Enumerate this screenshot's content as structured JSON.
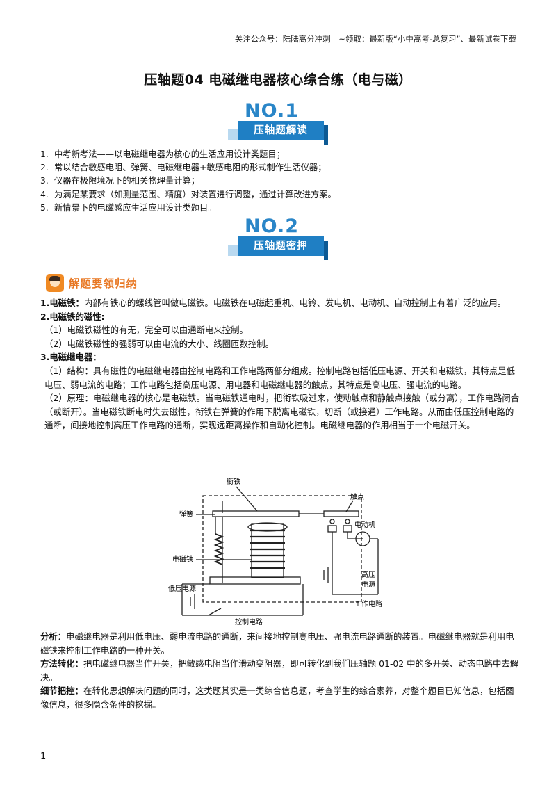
{
  "header_note": "关注公众号：陆陆高分冲刺　~领取：最新版“小中高考-总复习”、最新试卷下载",
  "title": "压轴题04  电磁继电器核心综合练（电与磁）",
  "banner1": {
    "no": "NO.1",
    "label": "压轴题解读"
  },
  "banner2": {
    "no": "NO.2",
    "label": "压轴题密押"
  },
  "intro_list": [
    {
      "num": "1.",
      "text": "中考新考法——以电磁继电器为核心的生活应用设计类题目；"
    },
    {
      "num": "2.",
      "text": "常以结合敏感电阻、弹簧、电磁继电器+敏感电阻的形式制作生活仪器；"
    },
    {
      "num": "3.",
      "text": "仪器在极限境况下的相关物理量计算；"
    },
    {
      "num": "4.",
      "text": "为满足某要求（如测量范围、精度）对装置进行调整，通过计算改进方案。"
    },
    {
      "num": "5.",
      "text": "新情景下的电磁感应生活应用设计类题目。"
    }
  ],
  "section_head": "解题要领归纳",
  "points": {
    "p1_label": "1.电磁铁：",
    "p1_text": "内部有铁心的螺线管叫做电磁铁。电磁铁在电磁起重机、电铃、发电机、电动机、自动控制上有着广泛的应用。",
    "p2_label": "2.电磁铁的磁性:",
    "p2_a": "（1）电磁铁磁性的有无，完全可以由通断电来控制。",
    "p2_b": "（2）电磁铁磁性的强弱可以由电流的大小、线圈匝数控制。",
    "p3_label": "3.电磁继电器：",
    "p3_a": "（1）结构：具有磁性的电磁继电器由控制电路和工作电路两部分组成。控制电路包括低压电源、开关和电磁铁，其特点是低电压、弱电流的电路；工作电路包括高压电源、用电器和电磁继电器的触点，其特点是高电压、强电流的电路。",
    "p3_b": "（2）原理：电磁继电器的核心是电磁铁。当电磁铁通电时，把衔铁吸过来，使动触点和静触点接触（或分离），工作电路闭合（或断开）。当电磁铁断电时失去磁性，衔铁在弹簧的作用下脱离电磁铁，切断（或接通）工作电路。从而由低压控制电路的通断，间接地控制高压工作电路的通断，实现远距离操作和自动化控制。电磁继电器的作用相当于一个电磁开关。"
  },
  "diagram_labels": {
    "armature": "衔铁",
    "spring": "弹簧",
    "contact": "触点",
    "motor": "电动机",
    "electromagnet": "电磁铁",
    "low_voltage": "低压电源",
    "high_voltage_1": "高压",
    "high_voltage_2": "电源",
    "working_circuit": "工作电路",
    "control_circuit": "控制电路"
  },
  "analysis": {
    "a_label": "分析：",
    "a_text": "电磁继电器是利用低电压、弱电流电路的通断，来间接地控制高电压、强电流电路通断的装置。电磁继电器就是利用电磁铁来控制工作电路的一种开关。",
    "m_label": "方法转化：",
    "m_text": "把电磁继电器当作开关，把敏感电阻当作滑动变阻器，即可转化到我们压轴题 01-02 中的多开关、动态电路中去解决。",
    "d_label": "细节把控：",
    "d_text": "在转化思想解决问题的同时，这类题其实是一类综合信息题，考查学生的综合素养，对整个题目已知信息，包括图像信息，很多隐含条件的挖掘。"
  },
  "page_number": "1"
}
